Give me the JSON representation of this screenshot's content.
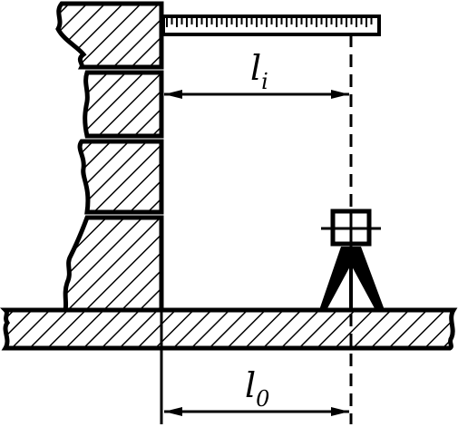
{
  "labels": {
    "upper_dimension": "l",
    "upper_dimension_sub": "i",
    "lower_dimension": "l",
    "lower_dimension_sub": "0"
  },
  "colors": {
    "stroke": "#000000",
    "background": "#ffffff"
  },
  "icons": {
    "instrument": "leveling-instrument-on-tripod",
    "ruler": "measuring-ruler"
  }
}
